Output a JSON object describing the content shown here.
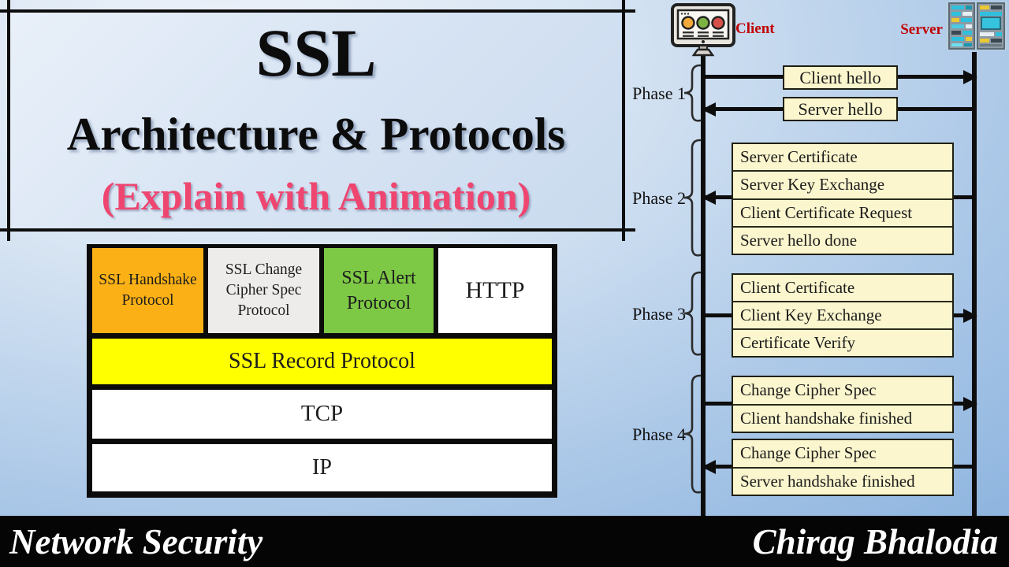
{
  "title": {
    "line1": "SSL",
    "line2": "Architecture & Protocols",
    "line3": "(Explain with Animation)",
    "accent_color": "#EE4670"
  },
  "stack": {
    "top_row": [
      {
        "label": "SSL Handshake Protocol",
        "color": "#FBB116"
      },
      {
        "label": "SSL Change Cipher Spec Protocol",
        "color": "#EDECEA"
      },
      {
        "label": "SSL Alert Protocol",
        "color": "#7DC845"
      },
      {
        "label": "HTTP",
        "color": "#FFFFFF"
      }
    ],
    "record_row": {
      "label": "SSL Record Protocol",
      "color": "#FFFF00"
    },
    "tcp_row": {
      "label": "TCP",
      "color": "#FFFFFF"
    },
    "ip_row": {
      "label": "IP",
      "color": "#FFFFFF"
    }
  },
  "sequence": {
    "client_label": "Client",
    "server_label": "Server",
    "actor_label_color": "#C00000",
    "message_fill": "#FBF6CE",
    "phases": [
      {
        "label": "Phase 1",
        "rows": [
          "Client hello",
          "Server hello"
        ]
      },
      {
        "label": "Phase 2",
        "rows": [
          "Server Certificate",
          "Server Key Exchange",
          "Client Certificate Request",
          "Server hello done"
        ]
      },
      {
        "label": "Phase 3",
        "rows": [
          "Client Certificate",
          "Client Key Exchange",
          "Certificate Verify"
        ]
      },
      {
        "label": "Phase 4",
        "rows": [
          "Change Cipher Spec",
          "Client handshake finished",
          "Change Cipher Spec",
          "Server handshake finished"
        ]
      }
    ]
  },
  "footer": {
    "left": "Network Security",
    "right": "Chirag Bhalodia"
  }
}
